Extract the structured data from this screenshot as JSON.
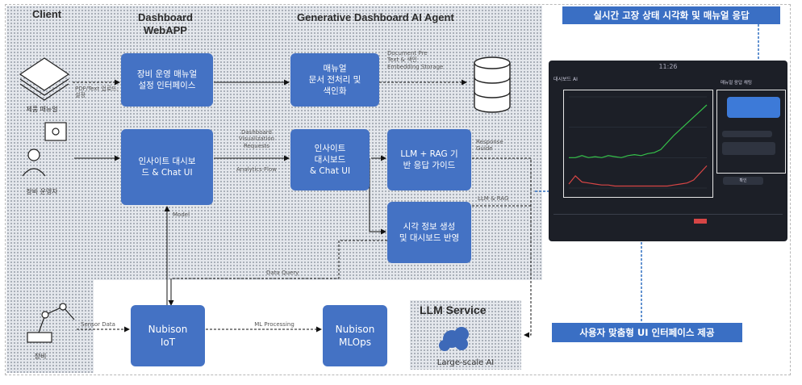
{
  "zones": {
    "client": "Client",
    "webapp": "Dashboard\nWebAPP",
    "agent": "Generative Dashboard AI Agent",
    "llm_service": "LLM Service"
  },
  "actors": {
    "manual_label": "제품 매뉴얼",
    "operator_label": "장비 운영자",
    "equipment_label": "장비"
  },
  "boxes": {
    "manual_ui": "장비 운영 매뉴얼\n설정 인터페이스",
    "manual_preprocess": "매뉴얼\n문서 전처리 및\n색인화",
    "insight_dashboard": "인사이트 대시보\n드 & Chat UI",
    "insight_dashboard2": "인사이트\n대시보드\n& Chat UI",
    "llm_rag": "LLM + RAG 기\n반 응답 가이드",
    "visual_gen": "시각 정보 생성\n및 대시보드 반영",
    "nubison_iot": "Nubison\nIoT",
    "nubison_mlops": "Nubison\nMLOps",
    "llm_caption": "Large-scale AI"
  },
  "edge_labels": {
    "upload": "PDF/Text 업로드, 설정",
    "preprocess_out": "Document Pre\nText & 색인\nEmbedding Storage",
    "dashboard_req": "Dashboard\nVisualization\nRequests",
    "analytics": "Analytics Flow",
    "response": "Response\nGuide",
    "llm_rag_edge": "LLM & RAG",
    "data_query": "Data Query",
    "model": "Model",
    "sensor_data": "Sensor Data",
    "ml_process": "ML Processing"
  },
  "banners": {
    "top": "실시간 고장 상태 시각화 및 매뉴얼 응답",
    "bottom": "사용자 맞춤형 UI 인터페이스 제공"
  },
  "tablet": {
    "time": "11:26",
    "panel_title": "대시보드 AI",
    "chat_title": "매뉴얼 응답 채팅",
    "chat_button": "확인"
  },
  "chart_data": {
    "type": "line",
    "series": [
      {
        "values": [
          3,
          3,
          3.2,
          3,
          3.1,
          3,
          3.2,
          3.1,
          3,
          3.2,
          3.3,
          3.2,
          3.4,
          3.5,
          3.8,
          4.5,
          5.2,
          5.8,
          6.4,
          7.0,
          7.6,
          8.2
        ]
      },
      {
        "values": [
          0.4,
          1.2,
          0.6,
          0.5,
          0.4,
          0.3,
          0.3,
          0.2,
          0.2,
          0.2,
          0.2,
          0.2,
          0.2,
          0.2,
          0.2,
          0.2,
          0.3,
          0.4,
          0.5,
          0.8,
          1.5,
          2.2
        ]
      }
    ],
    "ylim": [
      0,
      9
    ]
  },
  "colors": {
    "box": "#4472c4",
    "banner": "#3a6fc4",
    "line_green": "#35c24a",
    "line_red": "#d64545"
  }
}
